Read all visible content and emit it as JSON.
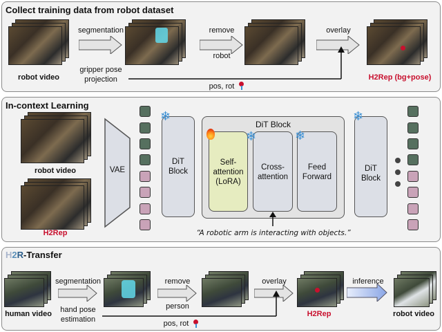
{
  "panel1": {
    "title": "Collect training data from robot dataset",
    "robot_video": "robot video",
    "segmentation": "segmentation",
    "remove": "remove",
    "robot": "robot",
    "overlay": "overlay",
    "gripper_line1": "gripper pose",
    "gripper_line2": "projection",
    "pos_rot": "pos, rot",
    "h2rep": "H2Rep (bg+pose)"
  },
  "panel2": {
    "title": "In-context Learning",
    "robot_video": "robot video",
    "h2rep": "H2Rep",
    "vae": "VAE",
    "dit1_l1": "DiT",
    "dit1_l2": "Block",
    "ditblock_title": "DiT Block",
    "self_l1": "Self-",
    "self_l2": "attention",
    "self_l3": "(LoRA)",
    "cross_l1": "Cross-",
    "cross_l2": "attention",
    "ff_l1": "Feed",
    "ff_l2": "Forward",
    "dit3_l1": "DiT",
    "dit3_l2": "Block",
    "prompt": "“A robotic arm is interacting with objects.”"
  },
  "panel3": {
    "title_h": "H",
    "title_2": "2",
    "title_r": "R",
    "title_rest": "-Transfer",
    "human_video": "human video",
    "segmentation": "segmentation",
    "hand_l1": "hand pose",
    "hand_l2": "estimation",
    "remove": "remove",
    "person": "person",
    "overlay": "overlay",
    "pos_rot": "pos, rot",
    "h2rep": "H2Rep",
    "inference": "inference",
    "robot_video": "robot video"
  },
  "colors": {
    "panel_bg": "#f2f2f2",
    "block_bg": "#dcdfe6",
    "lora_bg": "#e6ecc0",
    "token_green": "#56705f",
    "token_pink": "#c9a3b8",
    "accent_red": "#c8102e",
    "frozen_blue": "#3a8fd4"
  }
}
